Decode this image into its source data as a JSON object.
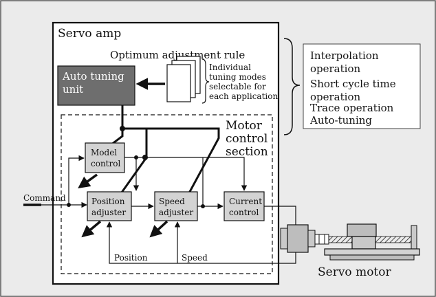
{
  "diagram": {
    "servo_amp": {
      "title": "Servo amp",
      "rule_label": "Optimum adjustment rule",
      "auto_tuning_unit": [
        "Auto tuning",
        "unit"
      ],
      "modes_note": [
        "Individual",
        "tuning modes",
        "selectable for",
        "each application"
      ]
    },
    "motor_control": {
      "title": [
        "Motor",
        "control",
        "section"
      ],
      "blocks": {
        "model_control": [
          "Model",
          "control"
        ],
        "position_adjuster": [
          "Position",
          "adjuster"
        ],
        "speed_adjuster": [
          "Speed",
          "adjuster"
        ],
        "current_control": [
          "Current",
          "control"
        ]
      },
      "feedback": {
        "position": "Position",
        "speed": "Speed"
      }
    },
    "command_label": "Command",
    "modes_list": [
      "Interpolation",
      "operation",
      "Short cycle time",
      "operation",
      "Trace operation",
      "Auto-tuning"
    ],
    "servo_motor_label": "Servo motor",
    "colors": {
      "background": "#ebebeb",
      "block_fill": "#d3d3d3",
      "auto_tuning_fill": "#6e6e6e",
      "panel_fill": "#ffffff",
      "line": "#111111"
    }
  }
}
